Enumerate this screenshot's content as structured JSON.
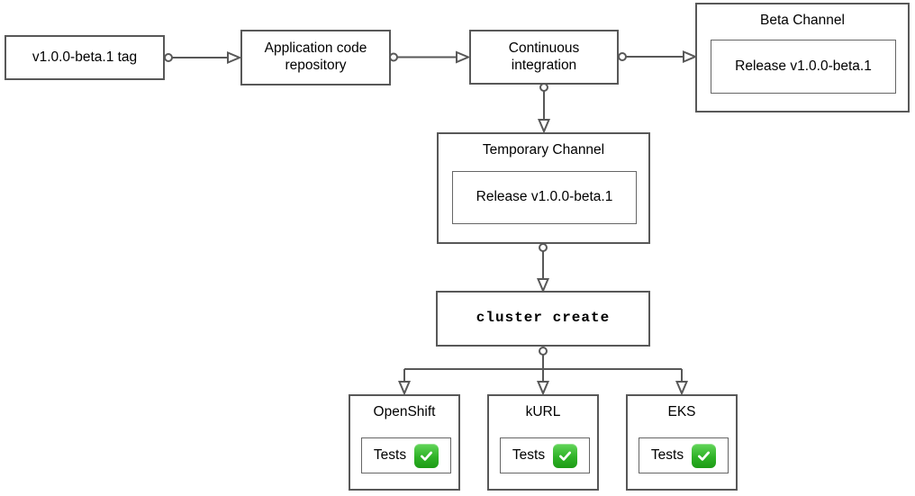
{
  "diagram": {
    "colors": {
      "line": "#585858",
      "box_border": "#585858",
      "inner_border": "#666666",
      "text": "#000000",
      "check_green": "#2fb227",
      "background": "#ffffff"
    },
    "nodes": {
      "tag": {
        "label": "v1.0.0-beta.1 tag"
      },
      "repo": {
        "label": "Application code repository"
      },
      "ci": {
        "label": "Continuous integration"
      },
      "beta_channel": {
        "title": "Beta Channel",
        "release": "Release v1.0.0-beta.1"
      },
      "temp_channel": {
        "title": "Temporary Channel",
        "release": "Release v1.0.0-beta.1"
      },
      "cluster_create": {
        "label": "cluster create"
      },
      "platforms": [
        {
          "title": "OpenShift",
          "tests_label": "Tests",
          "status_icon": "check-mark-button"
        },
        {
          "title": "kURL",
          "tests_label": "Tests",
          "status_icon": "check-mark-button"
        },
        {
          "title": "EKS",
          "tests_label": "Tests",
          "status_icon": "check-mark-button"
        }
      ]
    }
  }
}
